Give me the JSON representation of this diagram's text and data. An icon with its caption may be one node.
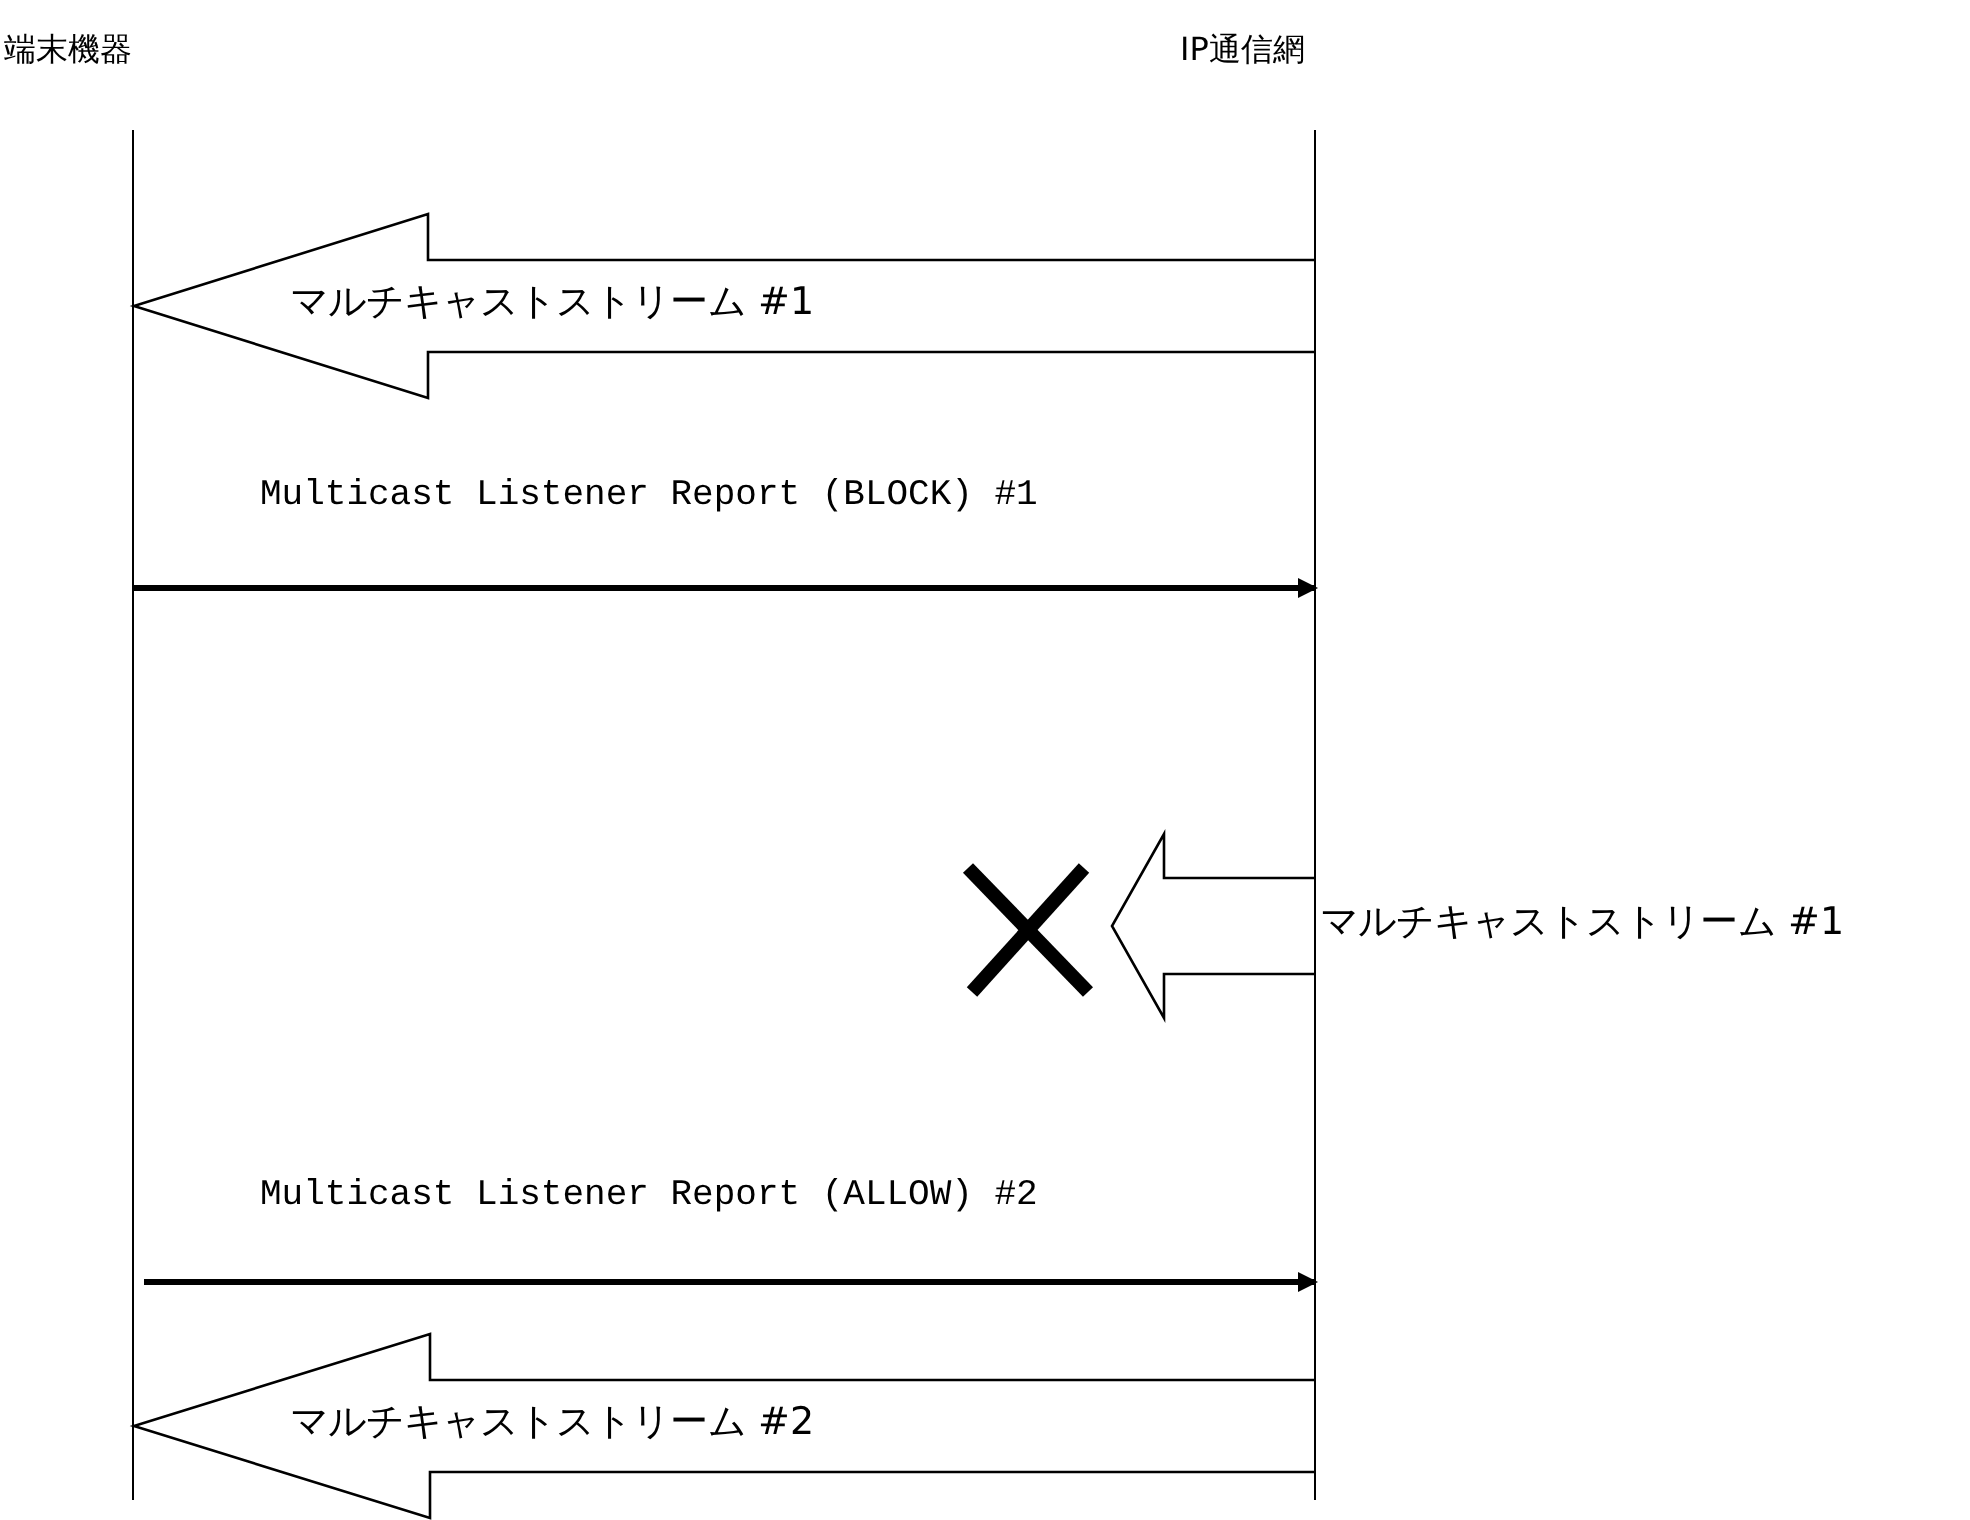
{
  "diagram": {
    "nodes": [
      {
        "text": [
          "端末機器"
        ]
      },
      {
        "text": [
          "IP通信網"
        ]
      },
      {
        "text": [],
        "shape": "cross"
      }
    ],
    "edges": [
      {
        "from": 1,
        "to": 0,
        "arrow": "to",
        "style": "thick",
        "label": "マルチキャストストリーム #1"
      },
      {
        "from": 0,
        "to": 1,
        "arrow": "to",
        "label": "Multicast Listener Report (BLOCK) #1"
      },
      {
        "from": 1,
        "to": 2,
        "arrow": "to",
        "style": "thick",
        "label": "マルチキャストストリーム #1"
      },
      {
        "from": 0,
        "to": 1,
        "arrow": "to",
        "label": "Multicast Listener Report (ALLOW) #2"
      },
      {
        "from": 1,
        "to": 0,
        "arrow": "to",
        "style": "thick",
        "label": "マルチキャストストリーム #2"
      }
    ]
  }
}
